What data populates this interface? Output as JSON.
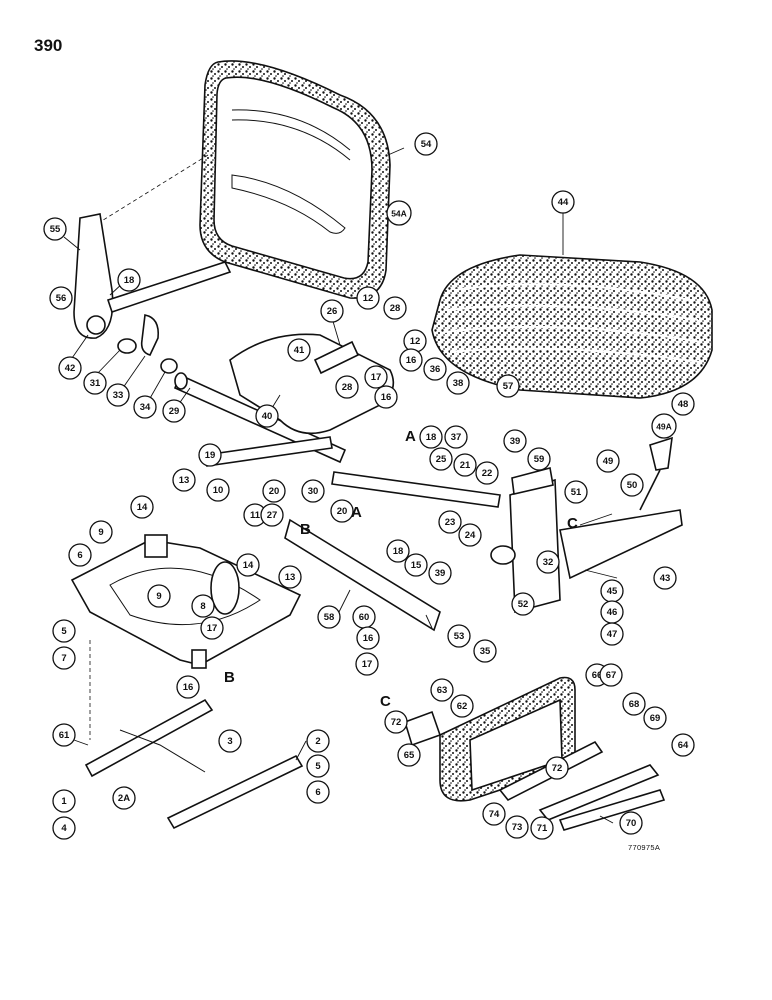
{
  "page": {
    "number": "390",
    "drawing_code": "770975A"
  },
  "letters": {
    "A": "A",
    "B": "B",
    "C": "C"
  },
  "callouts": [
    {
      "id": "c54",
      "label": "54"
    },
    {
      "id": "c54a",
      "label": "54A"
    },
    {
      "id": "c44",
      "label": "44"
    },
    {
      "id": "c55",
      "label": "55"
    },
    {
      "id": "c56",
      "label": "56"
    },
    {
      "id": "c18a",
      "label": "18"
    },
    {
      "id": "c42",
      "label": "42"
    },
    {
      "id": "c31",
      "label": "31"
    },
    {
      "id": "c33",
      "label": "33"
    },
    {
      "id": "c34",
      "label": "34"
    },
    {
      "id": "c29",
      "label": "29"
    },
    {
      "id": "c40",
      "label": "40"
    },
    {
      "id": "c41",
      "label": "41"
    },
    {
      "id": "c26",
      "label": "26"
    },
    {
      "id": "c12a",
      "label": "12"
    },
    {
      "id": "c28a",
      "label": "28"
    },
    {
      "id": "c12b",
      "label": "12"
    },
    {
      "id": "c28b",
      "label": "28"
    },
    {
      "id": "c17a",
      "label": "17"
    },
    {
      "id": "c16a",
      "label": "16"
    },
    {
      "id": "c16b",
      "label": "16"
    },
    {
      "id": "c36",
      "label": "36"
    },
    {
      "id": "c38",
      "label": "38"
    },
    {
      "id": "c57",
      "label": "57"
    },
    {
      "id": "c18b",
      "label": "18"
    },
    {
      "id": "c37",
      "label": "37"
    },
    {
      "id": "c39a",
      "label": "39"
    },
    {
      "id": "c25",
      "label": "25"
    },
    {
      "id": "c19",
      "label": "19"
    },
    {
      "id": "c20a",
      "label": "20"
    },
    {
      "id": "c30",
      "label": "30"
    },
    {
      "id": "c21",
      "label": "21"
    },
    {
      "id": "c22",
      "label": "22"
    },
    {
      "id": "c59",
      "label": "59"
    },
    {
      "id": "c48",
      "label": "48"
    },
    {
      "id": "c49a",
      "label": "49A"
    },
    {
      "id": "c49",
      "label": "49"
    },
    {
      "id": "c50",
      "label": "50"
    },
    {
      "id": "c51",
      "label": "51"
    },
    {
      "id": "c13a",
      "label": "13"
    },
    {
      "id": "c10",
      "label": "10"
    },
    {
      "id": "c14a",
      "label": "14"
    },
    {
      "id": "c11",
      "label": "11"
    },
    {
      "id": "c27",
      "label": "27"
    },
    {
      "id": "c20b",
      "label": "20"
    },
    {
      "id": "c23",
      "label": "23"
    },
    {
      "id": "c24",
      "label": "24"
    },
    {
      "id": "c9a",
      "label": "9"
    },
    {
      "id": "c6a",
      "label": "6"
    },
    {
      "id": "c14b",
      "label": "14"
    },
    {
      "id": "c13b",
      "label": "13"
    },
    {
      "id": "c18c",
      "label": "18"
    },
    {
      "id": "c15",
      "label": "15"
    },
    {
      "id": "c39b",
      "label": "39"
    },
    {
      "id": "c32",
      "label": "32"
    },
    {
      "id": "c43",
      "label": "43"
    },
    {
      "id": "c45",
      "label": "45"
    },
    {
      "id": "c8",
      "label": "8"
    },
    {
      "id": "c9b",
      "label": "9"
    },
    {
      "id": "c5a",
      "label": "5"
    },
    {
      "id": "c7",
      "label": "7"
    },
    {
      "id": "c17b",
      "label": "17"
    },
    {
      "id": "c16c",
      "label": "16"
    },
    {
      "id": "c58",
      "label": "58"
    },
    {
      "id": "c60",
      "label": "60"
    },
    {
      "id": "c16d",
      "label": "16"
    },
    {
      "id": "c17c",
      "label": "17"
    },
    {
      "id": "c52",
      "label": "52"
    },
    {
      "id": "c53",
      "label": "53"
    },
    {
      "id": "c35",
      "label": "35"
    },
    {
      "id": "c46",
      "label": "46"
    },
    {
      "id": "c47",
      "label": "47"
    },
    {
      "id": "c61",
      "label": "61"
    },
    {
      "id": "c3",
      "label": "3"
    },
    {
      "id": "c2",
      "label": "2"
    },
    {
      "id": "c5b",
      "label": "5"
    },
    {
      "id": "c6b",
      "label": "6"
    },
    {
      "id": "c2a",
      "label": "2A"
    },
    {
      "id": "c1",
      "label": "1"
    },
    {
      "id": "c4",
      "label": "4"
    },
    {
      "id": "c63",
      "label": "63"
    },
    {
      "id": "c62",
      "label": "62"
    },
    {
      "id": "c66",
      "label": "66"
    },
    {
      "id": "c67",
      "label": "67"
    },
    {
      "id": "c68",
      "label": "68"
    },
    {
      "id": "c69",
      "label": "69"
    },
    {
      "id": "c64",
      "label": "64"
    },
    {
      "id": "c72a",
      "label": "72"
    },
    {
      "id": "c65",
      "label": "65"
    },
    {
      "id": "c72b",
      "label": "72"
    },
    {
      "id": "c74",
      "label": "74"
    },
    {
      "id": "c73",
      "label": "73"
    },
    {
      "id": "c71",
      "label": "71"
    },
    {
      "id": "c70",
      "label": "70"
    }
  ]
}
